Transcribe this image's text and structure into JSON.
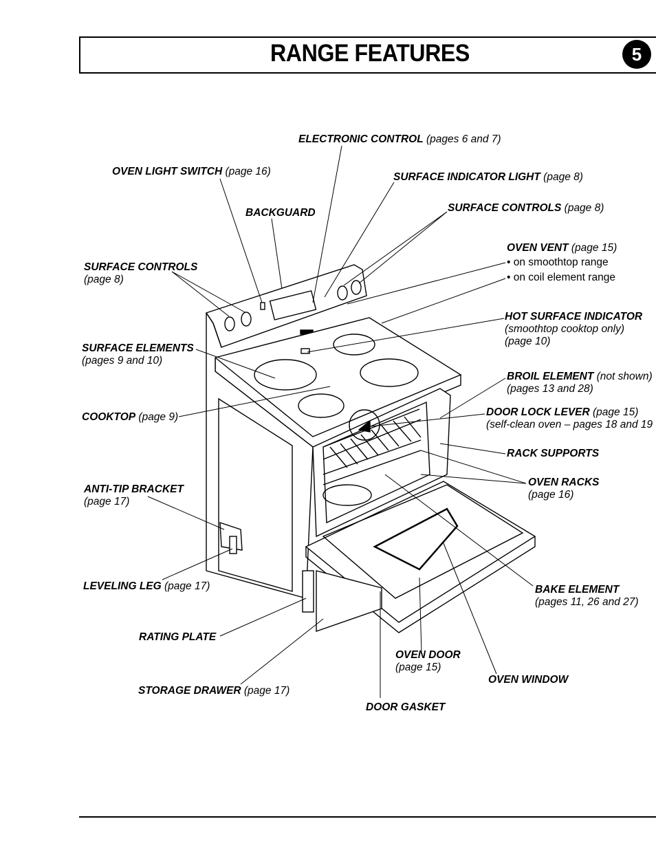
{
  "header": {
    "title": "RANGE FEATURES",
    "page_number": "5"
  },
  "labels": {
    "electronic_control": {
      "name": "ELECTRONIC CONTROL",
      "ref": "(pages 6 and 7)"
    },
    "oven_light_switch": {
      "name": "OVEN LIGHT SWITCH",
      "ref": "(page 16)"
    },
    "surface_indicator_light": {
      "name": "SURFACE INDICATOR LIGHT",
      "ref": "(page 8)"
    },
    "backguard": {
      "name": "BACKGUARD"
    },
    "surface_controls_right": {
      "name": "SURFACE CONTROLS",
      "ref": "(page 8)"
    },
    "oven_vent": {
      "name": "OVEN VENT",
      "ref": "(page 15)",
      "items": [
        "on smoothtop range",
        "on coil element range"
      ]
    },
    "surface_controls_left": {
      "name": "SURFACE CONTROLS",
      "ref": "(page 8)"
    },
    "hot_surface_indicator": {
      "name": "HOT SURFACE INDICATOR",
      "ref": "(smoothtop cooktop only)",
      "ref2": "(page 10)"
    },
    "surface_elements": {
      "name": "SURFACE ELEMENTS",
      "ref": "(pages 9 and 10)"
    },
    "broil_element": {
      "name": "BROIL ELEMENT",
      "note": "(not shown)",
      "ref": "(pages 13 and 28)"
    },
    "cooktop": {
      "name": "COOKTOP",
      "ref": "(page 9)"
    },
    "door_lock_lever": {
      "name": "DOOR LOCK LEVER",
      "ref": "(page 15)",
      "ref2": "(self-clean oven – pages 18 and 19"
    },
    "rack_supports": {
      "name": "RACK SUPPORTS"
    },
    "oven_racks": {
      "name": "OVEN RACKS",
      "ref": "(page 16)"
    },
    "anti_tip_bracket": {
      "name": "ANTI-TIP BRACKET",
      "ref": "(page 17)"
    },
    "leveling_leg": {
      "name": "LEVELING LEG",
      "ref": "(page 17)"
    },
    "bake_element": {
      "name": "BAKE ELEMENT",
      "ref": "(pages 11, 26 and 27)"
    },
    "rating_plate": {
      "name": "RATING PLATE"
    },
    "oven_door": {
      "name": "OVEN DOOR",
      "ref": "(page 15)"
    },
    "oven_window": {
      "name": "OVEN WINDOW"
    },
    "storage_drawer": {
      "name": "STORAGE DRAWER",
      "ref": "(page 17)"
    },
    "door_gasket": {
      "name": "DOOR GASKET"
    }
  }
}
